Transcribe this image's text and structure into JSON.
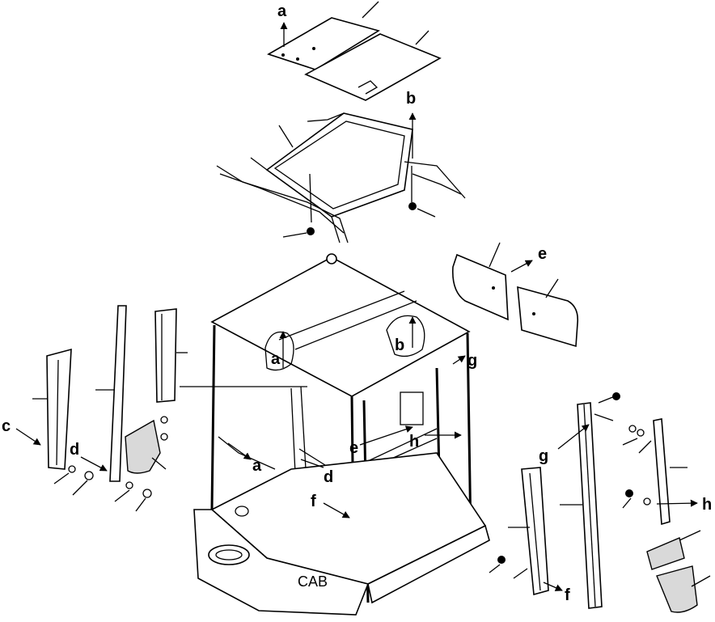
{
  "labels": {
    "a": "a",
    "b": "b",
    "c": "c",
    "d": "d",
    "e": "e",
    "f": "f",
    "g": "g",
    "h": "h"
  },
  "cab_text": "CAB"
}
